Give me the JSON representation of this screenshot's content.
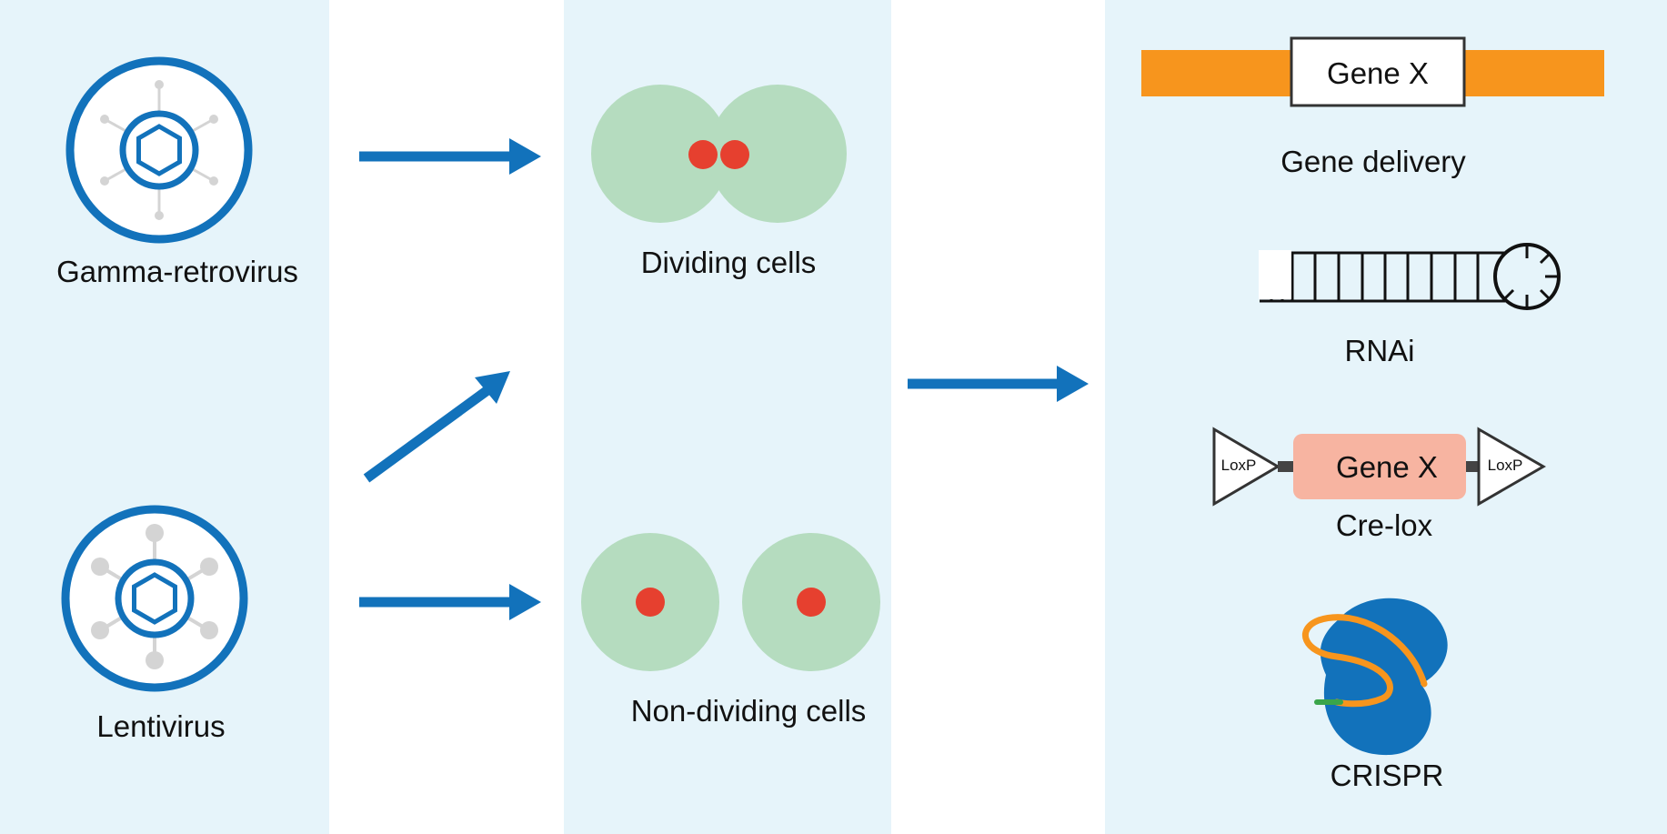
{
  "colors": {
    "panel": "#e6f4fa",
    "blue": "#1272bb",
    "grey": "#d4d4d4",
    "cell": "#b5dcbf",
    "nucleus": "#e6402f",
    "orange": "#f7951d",
    "salmon": "#f7b4a1",
    "crispr_blue": "#1272bb",
    "green": "#3aa54a"
  },
  "viruses": {
    "gamma": {
      "label": "Gamma-retrovirus",
      "icon": "virus-icon"
    },
    "lenti": {
      "label": "Lentivirus",
      "icon": "virus-icon"
    }
  },
  "cells": {
    "dividing": {
      "label": "Dividing cells"
    },
    "non_dividing": {
      "label": "Non-dividing cells"
    }
  },
  "applications": {
    "gene_delivery": {
      "gene_label": "Gene X",
      "label": "Gene delivery"
    },
    "rnai": {
      "label": "RNAi"
    },
    "cre_lox": {
      "loxp_left": "LoxP",
      "gene_label": "Gene X",
      "loxp_right": "LoxP",
      "label": "Cre-lox"
    },
    "crispr": {
      "label": "CRISPR"
    }
  }
}
